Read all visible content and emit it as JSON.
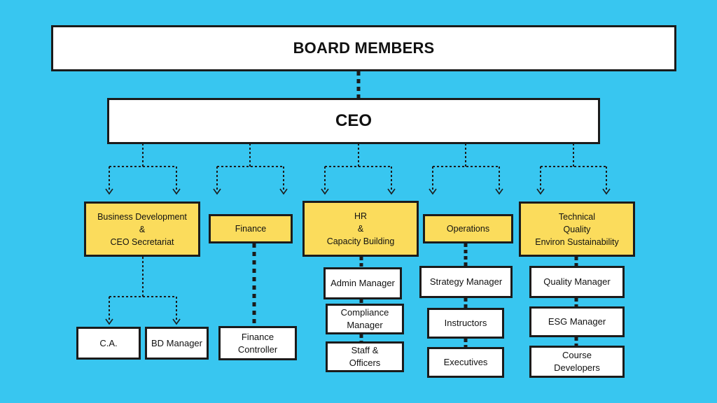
{
  "colors": {
    "background": "#38c6f0",
    "department": "#fbdc5c",
    "role": "#ffffff",
    "line": "#1b1b1b"
  },
  "board": "BOARD MEMBERS",
  "ceo": "CEO",
  "departments": {
    "bd": "Business Development\n&\nCEO Secretariat",
    "finance": "Finance",
    "hr": "HR\n&\nCapacity Building",
    "operations": "Operations",
    "technical": "Technical\nQuality\nEnviron Sustainability"
  },
  "roles": {
    "ca": "C.A.",
    "bd_manager": "BD Manager",
    "finance_controller": "Finance\nController",
    "admin_manager": "Admin Manager",
    "compliance_manager": "Compliance\nManager",
    "staff_officers": "Staff &\nOfficers",
    "strategy_manager": "Strategy Manager",
    "instructors": "Instructors",
    "executives": "Executives",
    "quality_manager": "Quality Manager",
    "esg_manager": "ESG Manager",
    "course_developers": "Course\nDevelopers"
  }
}
